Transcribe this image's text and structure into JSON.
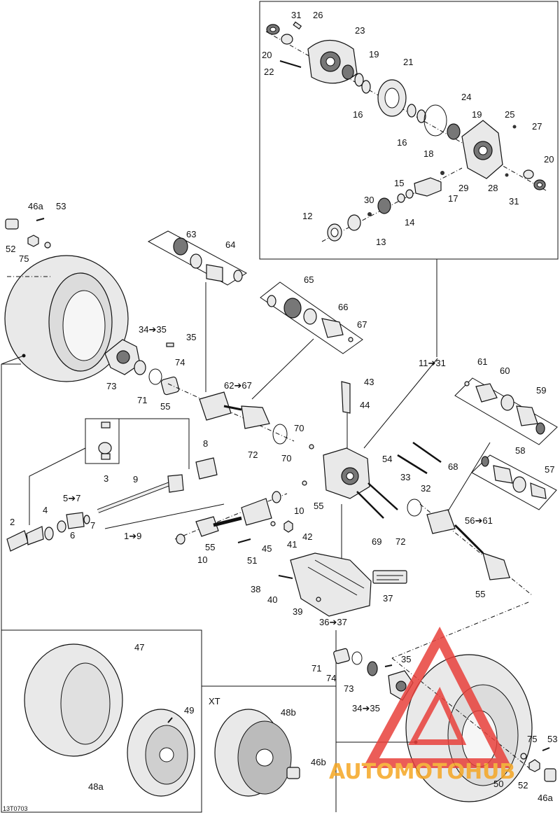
{
  "figure_id": "13T0703",
  "variant_label": "XT",
  "callouts": {
    "c31a": "31",
    "c26": "26",
    "c23": "23",
    "c20a": "20",
    "c19a": "19",
    "c22": "22",
    "c21": "21",
    "c16a": "16",
    "c16b": "16",
    "c24": "24",
    "c19b": "19",
    "c25": "25",
    "c27": "27",
    "c18": "18",
    "c20b": "20",
    "c15": "15",
    "c29": "29",
    "c28": "28",
    "c30": "30",
    "c17": "17",
    "c31b": "31",
    "c12": "12",
    "c14": "14",
    "c13": "13",
    "c46a_t": "46a",
    "c53_t": "53",
    "c52_t": "52",
    "c75_t": "75",
    "c63": "63",
    "c64": "64",
    "c65": "65",
    "c66": "66",
    "c67": "67",
    "c34_35a": "34➔35",
    "c35a": "35",
    "c74a": "74",
    "c73a": "73",
    "c71a": "71",
    "c55a": "55",
    "c62_67": "62➔67",
    "c11_31": "11➔31",
    "c61": "61",
    "c60": "60",
    "c59": "59",
    "c43": "43",
    "c44": "44",
    "c70a": "70",
    "c70b": "70",
    "c72a": "72",
    "c54": "54",
    "c68": "68",
    "c33": "33",
    "c32": "32",
    "c55b": "55",
    "c69": "69",
    "c72b": "72",
    "c58": "58",
    "c57": "57",
    "c56_61": "56➔61",
    "c55c": "55",
    "c8": "8",
    "c9": "9",
    "c3": "3",
    "c5_7": "5➔7",
    "c4": "4",
    "c2": "2",
    "c6": "6",
    "c7": "7",
    "c1_9": "1➔9",
    "c10a": "10",
    "c10b": "10",
    "c42": "42",
    "c41": "41",
    "c55d": "55",
    "c45": "45",
    "c51": "51",
    "c38": "38",
    "c40": "40",
    "c39": "39",
    "c36_37": "36➔37",
    "c37": "37",
    "c47": "47",
    "c49": "49",
    "c48a": "48a",
    "c48b": "48b",
    "c46b": "46b",
    "c71b": "71",
    "c74b": "74",
    "c73b": "73",
    "c35b": "35",
    "c34_35b": "34➔35",
    "c75_b": "75",
    "c53_b": "53",
    "c50": "50",
    "c52_b": "52",
    "c46a_b": "46a"
  },
  "watermark": {
    "text": "AUTOMOTOHUB",
    "color": "#f5a623",
    "logo_color": "#e8413c"
  }
}
